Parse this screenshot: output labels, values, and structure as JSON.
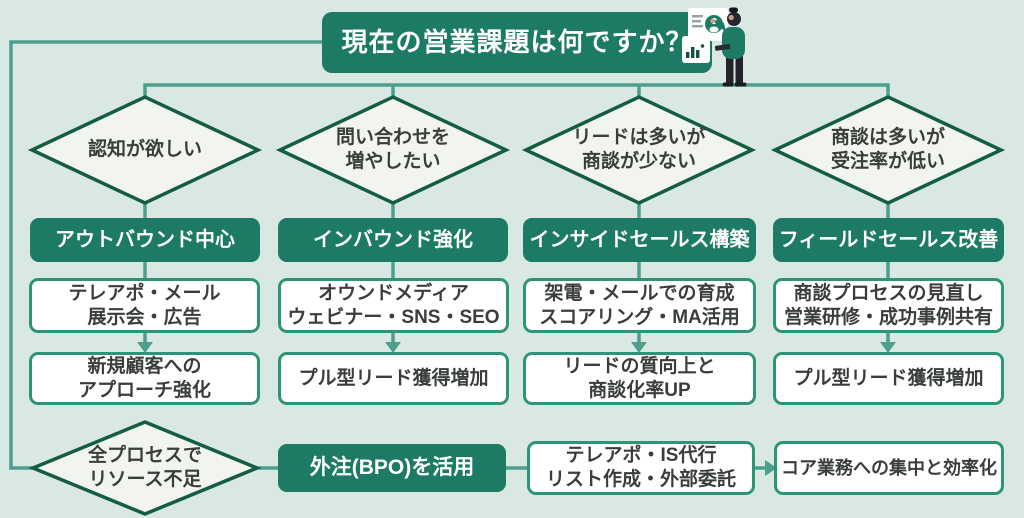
{
  "title": {
    "label": "現在の営業課題は何ですか？"
  },
  "colors": {
    "background": "#d9e8e2",
    "node_green": "#1d7a64",
    "diamond_fill": "#f2f4ee",
    "diamond_border": "#155c45",
    "box_border": "#2e9478",
    "connector": "#4d9e8c",
    "text_dark": "#3a3e3b",
    "text_light": "#ffffff"
  },
  "icons": {
    "avatar_card": "person-avatar-card-icon",
    "chart_card": "bar-chart-card-icon",
    "presenter": "presenter-person-illustration"
  },
  "columns": [
    {
      "condition": "認知が欲しい",
      "strategy": "アウトバウンド中心",
      "tactics": "テレアポ・メール\n展示会・広告",
      "outcome": "新規顧客への\nアプローチ強化"
    },
    {
      "condition": "問い合わせを\n増やしたい",
      "strategy": "インバウンド強化",
      "tactics": "オウンドメディア\nウェビナー・SNS・SEO",
      "outcome": "プル型リード獲得増加"
    },
    {
      "condition": "リードは多いが\n商談が少ない",
      "strategy": "インサイドセールス構築",
      "tactics": "架電・メールでの育成\nスコアリング・MA活用",
      "outcome": "リードの質向上と\n商談化率UP"
    },
    {
      "condition": "商談は多いが\n受注率が低い",
      "strategy": "フィールドセールス改善",
      "tactics": "商談プロセスの見直し\n営業研修・成功事例共有",
      "outcome": "プル型リード獲得増加"
    }
  ],
  "bottom_row": {
    "condition": "全プロセスで\nリソース不足",
    "strategy": "外注(BPO)を活用",
    "tactics": "テレアポ・IS代行\nリスト作成・外部委託",
    "outcome": "コア業務への集中と効率化"
  }
}
